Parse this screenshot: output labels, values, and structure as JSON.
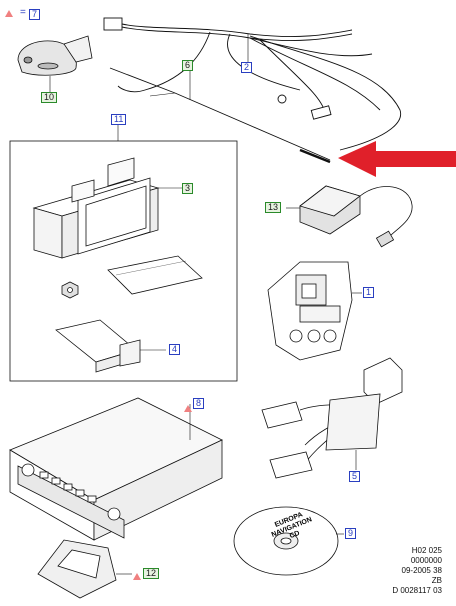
{
  "legend": {
    "equals": "=",
    "number": "7"
  },
  "callouts": {
    "c1": "1",
    "c2": "2",
    "c3": "3",
    "c4": "4",
    "c5": "5",
    "c6": "6",
    "c8": "8",
    "c9": "9",
    "c10": "10",
    "c11": "11",
    "c12": "12",
    "c13": "13"
  },
  "cd_label": [
    "EUROPA",
    "NAVIGATION",
    "CD"
  ],
  "reference": [
    "H02 025",
    "0000000",
    "09-2005 38",
    "ZB",
    "D 0028117 03"
  ],
  "colors": {
    "callout_blue": "#2a3fc0",
    "callout_green": "#2a8a2a",
    "arrow": "#e0202a",
    "triangle": "#f08080"
  }
}
